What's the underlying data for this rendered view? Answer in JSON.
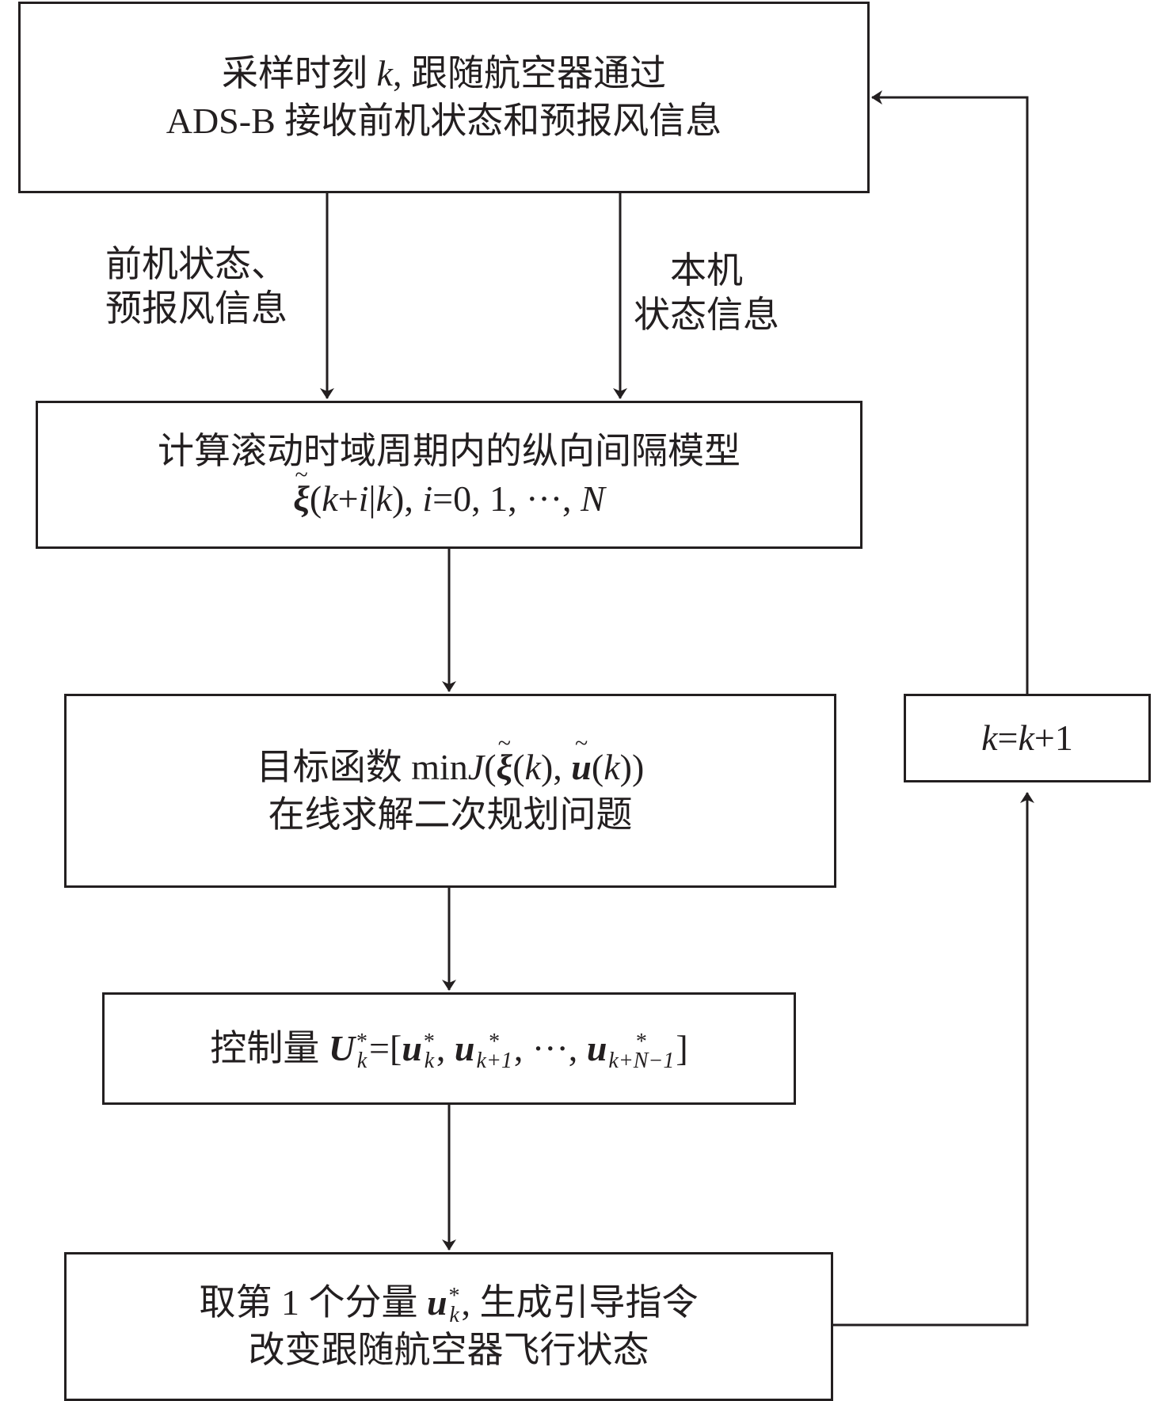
{
  "box1": {
    "line1": "采样时刻 k, 跟随航空器通过",
    "line2": "ADS-B 接收前机状态和预报风信息"
  },
  "label_left": {
    "line1": "前机状态、",
    "line2": "预报风信息"
  },
  "label_right": {
    "line1": "本机",
    "line2": "状态信息"
  },
  "box2": {
    "line1": "计算滚动时域周期内的纵向间隔模型",
    "line2": "ξ̃(k+i|k), i=0, 1, ···, N"
  },
  "box3": {
    "line1": "目标函数 minJ(ξ̃(k), ũ(k))",
    "line2": "在线求解二次规划问题"
  },
  "box4": {
    "line1": "控制量 U*k=[u*k, u*k+1, ···, u*k+N−1]"
  },
  "box5": {
    "line1": "取第 1 个分量 u*k, 生成引导指令",
    "line2": "改变跟随航空器飞行状态"
  },
  "box_loop": {
    "text": "k=k+1"
  }
}
